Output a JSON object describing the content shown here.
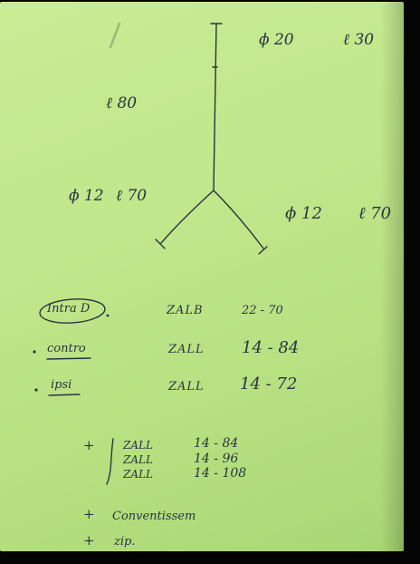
{
  "note": {
    "diagram": {
      "top_diameter": "ϕ 20",
      "top_length": "ℓ 30",
      "stem_length": "ℓ 80",
      "left_branch_diameter": "ϕ 12",
      "left_branch_length": "ℓ 70",
      "right_branch_diameter": "ϕ 12",
      "right_branch_length": "ℓ 70"
    },
    "rows": [
      {
        "label": "Intra D",
        "code": "ZALB",
        "range": "22 - 70"
      },
      {
        "label": "contro",
        "code": "ZALL",
        "range": "14 - 84"
      },
      {
        "label": "ipsi",
        "code": "ZALL",
        "range": "14 - 72"
      }
    ],
    "plus_sign": "+",
    "bracket_group": [
      {
        "code": "ZALL",
        "range": "14 - 84"
      },
      {
        "code": "ZALL",
        "range": "14 - 96"
      },
      {
        "code": "ZALL",
        "range": "14 - 108"
      }
    ],
    "extras": [
      {
        "sign": "+",
        "text": "Conventissem"
      },
      {
        "sign": "+",
        "text": "zip."
      }
    ]
  }
}
